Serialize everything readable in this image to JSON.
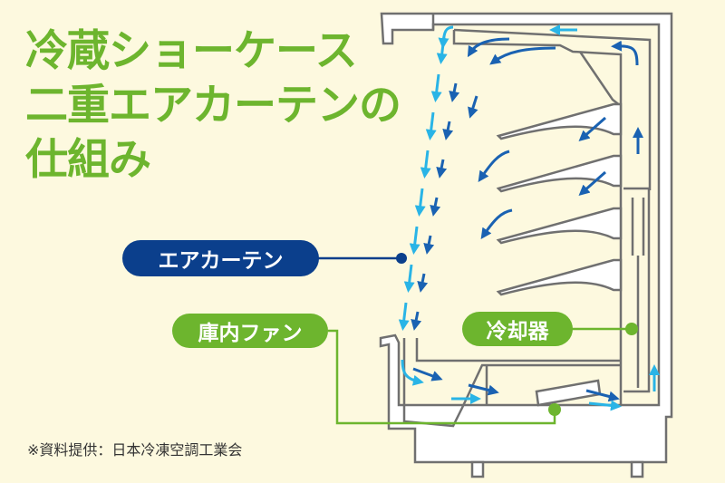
{
  "title": {
    "line1": "冷蔵ショーケース",
    "line2": "二重エアカーテンの",
    "line3": "仕組み"
  },
  "labels": {
    "air_curtain": "エアカーテン",
    "fan": "庫内ファン",
    "cooler": "冷却器"
  },
  "footnote": "※資料提供：日本冷凍空調工業会",
  "colors": {
    "green": "#6db52e",
    "navy": "#0b3f8c",
    "light_blue": "#29b4e6",
    "dark_blue": "#1a62b2",
    "outline": "#707070",
    "background": "#fdf9df"
  }
}
